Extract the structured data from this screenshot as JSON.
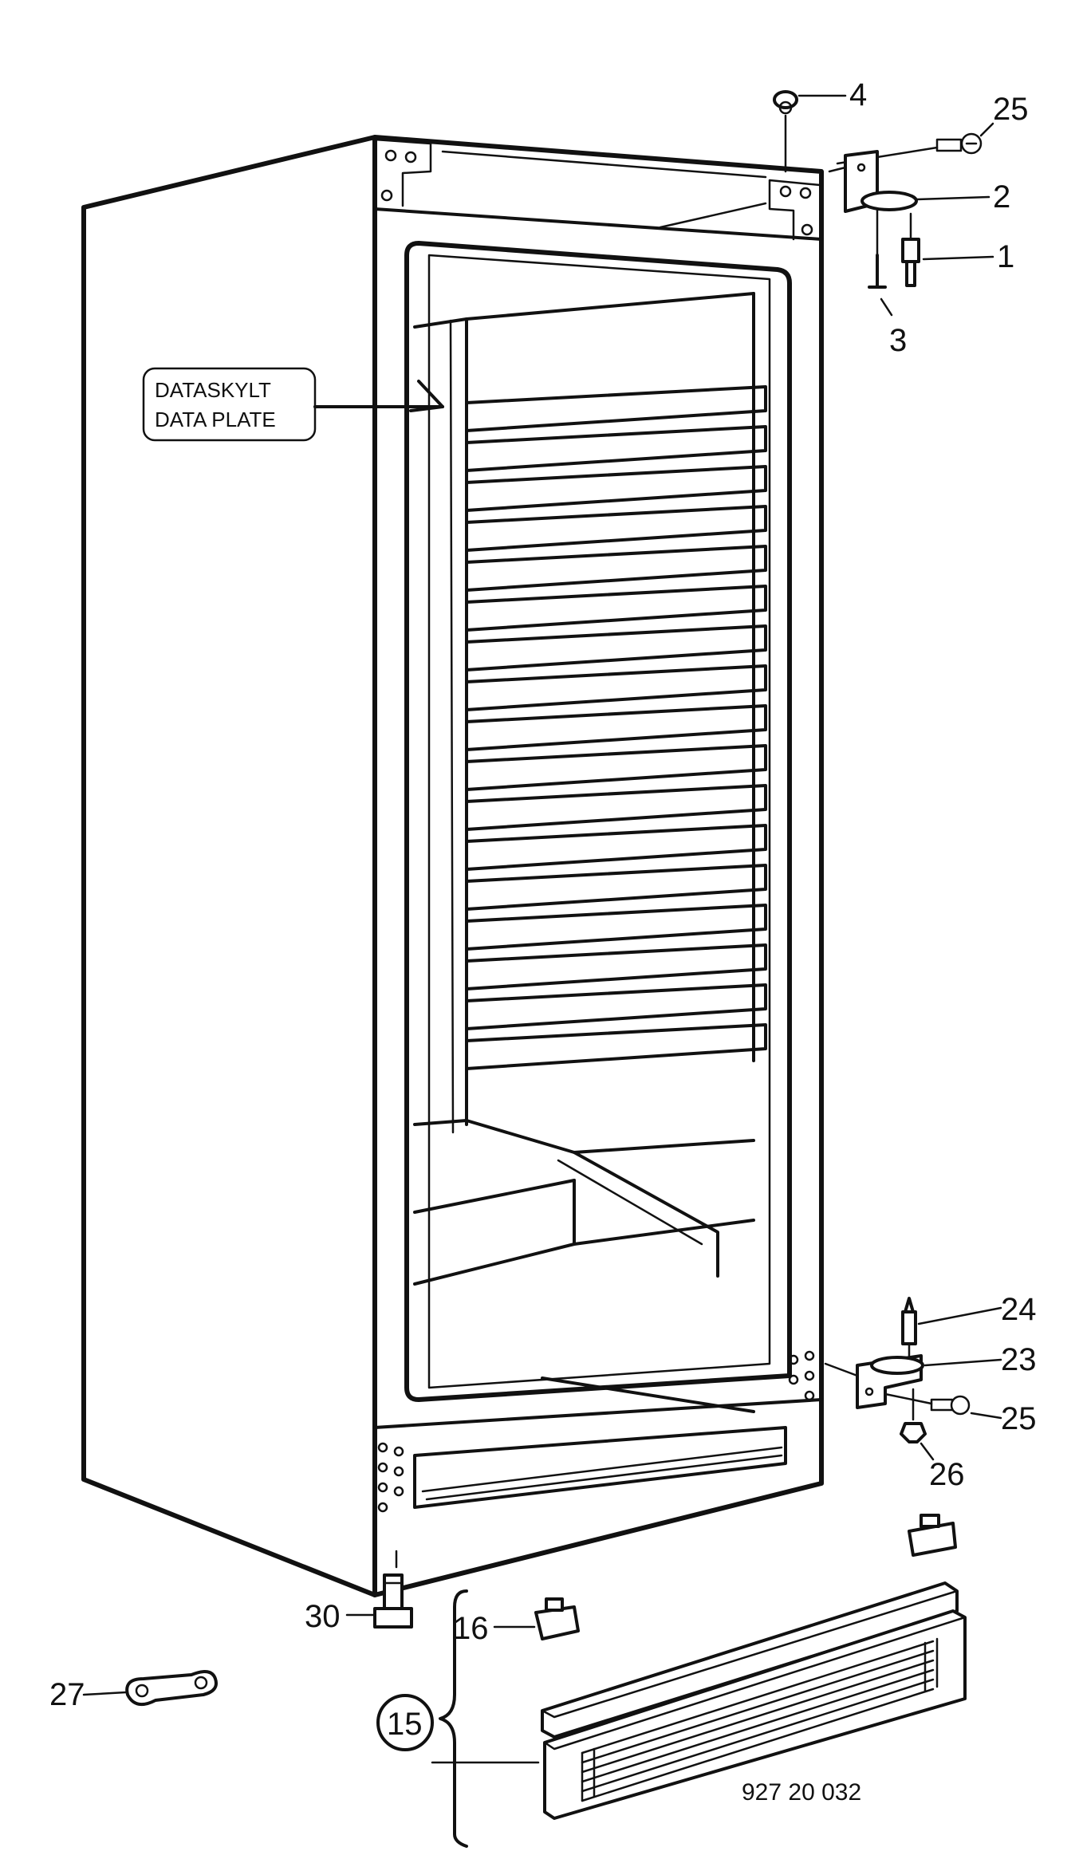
{
  "diagram": {
    "data_plate": {
      "line1": "DATASKYLT",
      "line2": "DATA PLATE"
    },
    "part_labels": {
      "p1": "1",
      "p2": "2",
      "p3": "3",
      "p4": "4",
      "p15": "15",
      "p16": "16",
      "p23": "23",
      "p24": "24",
      "p25_top": "25",
      "p25_bottom": "25",
      "p26": "26",
      "p27": "27",
      "p30": "30"
    },
    "drawing_code": "927 20 032"
  }
}
